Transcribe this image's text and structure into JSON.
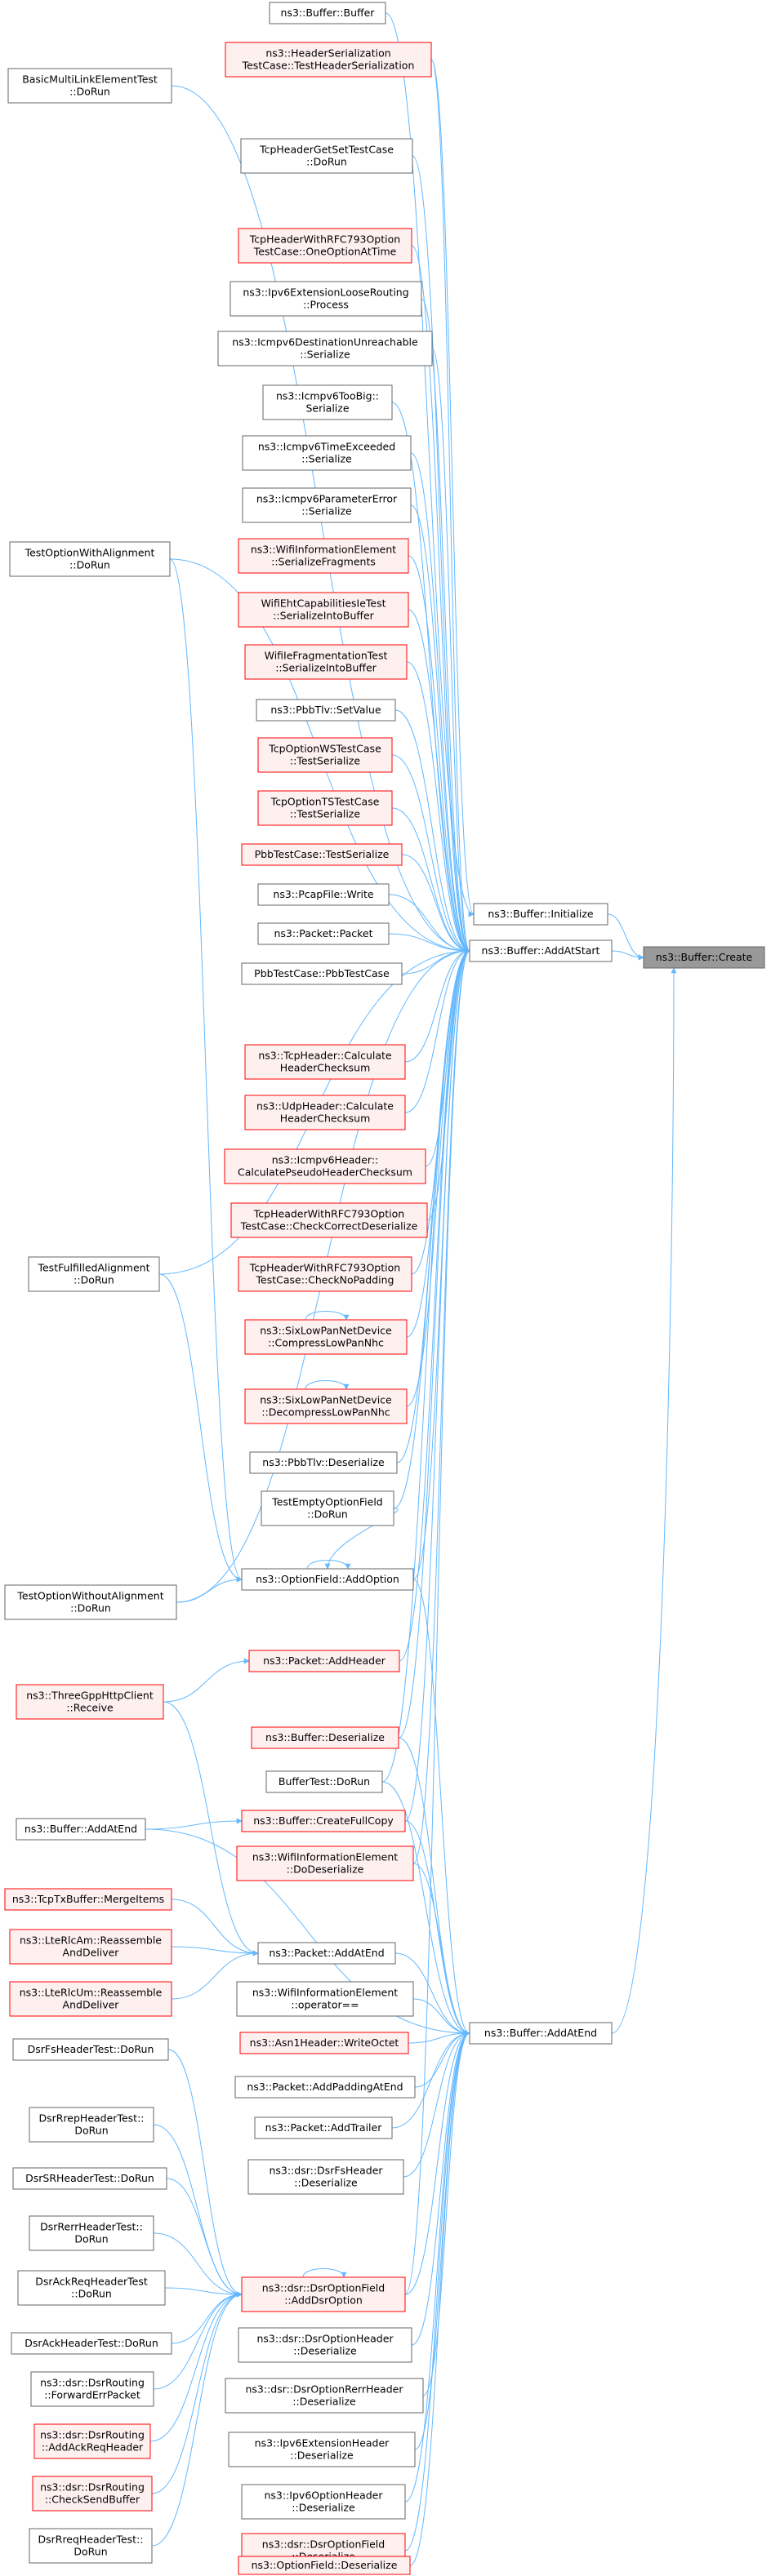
{
  "diagram": {
    "title": "ns3::Buffer::Create call graph",
    "colors": {
      "edge": "#63b8ff",
      "normal_fill": "#ffffff",
      "normal_stroke": "#666666",
      "red_fill": "#fff0f0",
      "red_stroke": "#ff0000",
      "focus_fill": "#999999",
      "focus_stroke": "#666666"
    },
    "nodes": [
      {
        "id": "create",
        "lines": [
          "ns3::Buffer::Create"
        ],
        "style": "focus"
      },
      {
        "id": "initialize",
        "lines": [
          "ns3::Buffer::Initialize"
        ],
        "style": "normal"
      },
      {
        "id": "addatstart",
        "lines": [
          "ns3::Buffer::AddAtStart"
        ],
        "style": "normal"
      },
      {
        "id": "addatend",
        "lines": [
          "ns3::Buffer::AddAtEnd"
        ],
        "style": "normal"
      },
      {
        "id": "buffer_buffer",
        "lines": [
          "ns3::Buffer::Buffer"
        ],
        "style": "normal"
      },
      {
        "id": "hser",
        "lines": [
          "ns3::HeaderSerialization",
          "TestCase::TestHeaderSerialization"
        ],
        "style": "red"
      },
      {
        "id": "basicmulti",
        "lines": [
          "BasicMultiLinkElementTest",
          "::DoRun"
        ],
        "style": "normal"
      },
      {
        "id": "tcpgetset",
        "lines": [
          "TcpHeaderGetSetTestCase",
          "::DoRun"
        ],
        "style": "normal"
      },
      {
        "id": "rfc_one",
        "lines": [
          "TcpHeaderWithRFC793Option",
          "TestCase::OneOptionAtTime"
        ],
        "style": "red"
      },
      {
        "id": "ipv6loose",
        "lines": [
          "ns3::Ipv6ExtensionLooseRouting",
          "::Process"
        ],
        "style": "normal"
      },
      {
        "id": "icmp_dest",
        "lines": [
          "ns3::Icmpv6DestinationUnreachable",
          "::Serialize"
        ],
        "style": "normal"
      },
      {
        "id": "icmp_toobig",
        "lines": [
          "ns3::Icmpv6TooBig::",
          "Serialize"
        ],
        "style": "normal"
      },
      {
        "id": "icmp_time",
        "lines": [
          "ns3::Icmpv6TimeExceeded",
          "::Serialize"
        ],
        "style": "normal"
      },
      {
        "id": "icmp_param",
        "lines": [
          "ns3::Icmpv6ParameterError",
          "::Serialize"
        ],
        "style": "normal"
      },
      {
        "id": "optalign",
        "lines": [
          "TestOptionWithAlignment",
          "::DoRun"
        ],
        "style": "normal"
      },
      {
        "id": "wifi_frag",
        "lines": [
          "ns3::WifiInformationElement",
          "::SerializeFragments"
        ],
        "style": "red"
      },
      {
        "id": "wifi_eht",
        "lines": [
          "WifiEhtCapabilitiesIeTest",
          "::SerializeIntoBuffer"
        ],
        "style": "red"
      },
      {
        "id": "wifi_fragtest",
        "lines": [
          "WifiIeFragmentationTest",
          "::SerializeIntoBuffer"
        ],
        "style": "red"
      },
      {
        "id": "pbbtlv_set",
        "lines": [
          "ns3::PbbTlv::SetValue"
        ],
        "style": "normal"
      },
      {
        "id": "tcpopt_ws",
        "lines": [
          "TcpOptionWSTestCase",
          "::TestSerialize"
        ],
        "style": "red"
      },
      {
        "id": "tcpopt_ts",
        "lines": [
          "TcpOptionTSTestCase",
          "::TestSerialize"
        ],
        "style": "red"
      },
      {
        "id": "pbb_ser",
        "lines": [
          "PbbTestCase::TestSerialize"
        ],
        "style": "red"
      },
      {
        "id": "pcap_write",
        "lines": [
          "ns3::PcapFile::Write"
        ],
        "style": "normal"
      },
      {
        "id": "packet_packet",
        "lines": [
          "ns3::Packet::Packet"
        ],
        "style": "normal"
      },
      {
        "id": "pbb_pbb",
        "lines": [
          "PbbTestCase::PbbTestCase"
        ],
        "style": "normal"
      },
      {
        "id": "tcp_checksum",
        "lines": [
          "ns3::TcpHeader::Calculate",
          "HeaderChecksum"
        ],
        "style": "red"
      },
      {
        "id": "udp_checksum",
        "lines": [
          "ns3::UdpHeader::Calculate",
          "HeaderChecksum"
        ],
        "style": "red"
      },
      {
        "id": "icmp_pseudo",
        "lines": [
          "ns3::Icmpv6Header::",
          "CalculatePseudoHeaderChecksum"
        ],
        "style": "red"
      },
      {
        "id": "rfc_correct",
        "lines": [
          "TcpHeaderWithRFC793Option",
          "TestCase::CheckCorrectDeserialize"
        ],
        "style": "red"
      },
      {
        "id": "rfc_nopad",
        "lines": [
          "TcpHeaderWithRFC793Option",
          "TestCase::CheckNoPadding"
        ],
        "style": "red"
      },
      {
        "id": "fulfilled",
        "lines": [
          "TestFulfilledAlignment",
          "::DoRun"
        ],
        "style": "normal"
      },
      {
        "id": "sixlow_comp",
        "lines": [
          "ns3::SixLowPanNetDevice",
          "::CompressLowPanNhc"
        ],
        "style": "red"
      },
      {
        "id": "sixlow_decomp",
        "lines": [
          "ns3::SixLowPanNetDevice",
          "::DecompressLowPanNhc"
        ],
        "style": "red"
      },
      {
        "id": "pbbtlv_deser",
        "lines": [
          "ns3::PbbTlv::Deserialize"
        ],
        "style": "normal"
      },
      {
        "id": "emptyopt",
        "lines": [
          "TestEmptyOptionField",
          "::DoRun"
        ],
        "style": "normal"
      },
      {
        "id": "optwithout",
        "lines": [
          "TestOptionWithoutAlignment",
          "::DoRun"
        ],
        "style": "normal"
      },
      {
        "id": "optfield_add",
        "lines": [
          "ns3::OptionField::AddOption"
        ],
        "style": "normal"
      },
      {
        "id": "packet_addheader",
        "lines": [
          "ns3::Packet::AddHeader"
        ],
        "style": "red"
      },
      {
        "id": "threegpp",
        "lines": [
          "ns3::ThreeGppHttpClient",
          "::Receive"
        ],
        "style": "red"
      },
      {
        "id": "buffer_deser",
        "lines": [
          "ns3::Buffer::Deserialize"
        ],
        "style": "red"
      },
      {
        "id": "buffertest",
        "lines": [
          "BufferTest::DoRun"
        ],
        "style": "normal"
      },
      {
        "id": "buffer_addatend2",
        "lines": [
          "ns3::Buffer::AddAtEnd"
        ],
        "style": "normal"
      },
      {
        "id": "createfullcopy",
        "lines": [
          "ns3::Buffer::CreateFullCopy"
        ],
        "style": "red"
      },
      {
        "id": "wifi_dodeser",
        "lines": [
          "ns3::WifiInformationElement",
          "::DoDeserialize"
        ],
        "style": "red"
      },
      {
        "id": "tcptx_merge",
        "lines": [
          "ns3::TcpTxBuffer::MergeItems"
        ],
        "style": "red"
      },
      {
        "id": "lte_am",
        "lines": [
          "ns3::LteRlcAm::Reassemble",
          "AndDeliver"
        ],
        "style": "red"
      },
      {
        "id": "packet_addatend",
        "lines": [
          "ns3::Packet::AddAtEnd"
        ],
        "style": "normal"
      },
      {
        "id": "lte_um",
        "lines": [
          "ns3::LteRlcUm::Reassemble",
          "AndDeliver"
        ],
        "style": "red"
      },
      {
        "id": "wifi_opeq",
        "lines": [
          "ns3::WifiInformationElement",
          "::operator=="
        ],
        "style": "normal"
      },
      {
        "id": "dsrfs_test",
        "lines": [
          "DsrFsHeaderTest::DoRun"
        ],
        "style": "normal"
      },
      {
        "id": "asn1",
        "lines": [
          "ns3::Asn1Header::WriteOctet"
        ],
        "style": "red"
      },
      {
        "id": "packet_padding",
        "lines": [
          "ns3::Packet::AddPaddingAtEnd"
        ],
        "style": "normal"
      },
      {
        "id": "dsrrrep",
        "lines": [
          "DsrRrepHeaderTest::",
          "DoRun"
        ],
        "style": "normal"
      },
      {
        "id": "packet_trailer",
        "lines": [
          "ns3::Packet::AddTrailer"
        ],
        "style": "normal"
      },
      {
        "id": "dsrsr",
        "lines": [
          "DsrSRHeaderTest::DoRun"
        ],
        "style": "normal"
      },
      {
        "id": "dsrfs_deser",
        "lines": [
          "ns3::dsr::DsrFsHeader",
          "::Deserialize"
        ],
        "style": "normal"
      },
      {
        "id": "dsrrerr",
        "lines": [
          "DsrRerrHeaderTest::",
          "DoRun"
        ],
        "style": "normal"
      },
      {
        "id": "dsrackreq",
        "lines": [
          "DsrAckReqHeaderTest",
          "::DoRun"
        ],
        "style": "normal"
      },
      {
        "id": "dsropt_add",
        "lines": [
          "ns3::dsr::DsrOptionField",
          "::AddDsrOption"
        ],
        "style": "red"
      },
      {
        "id": "dsrack",
        "lines": [
          "DsrAckHeaderTest::DoRun"
        ],
        "style": "normal"
      },
      {
        "id": "dsropth_deser",
        "lines": [
          "ns3::dsr::DsrOptionHeader",
          "::Deserialize"
        ],
        "style": "normal"
      },
      {
        "id": "dsrfwd",
        "lines": [
          "ns3::dsr::DsrRouting",
          "::ForwardErrPacket"
        ],
        "style": "normal"
      },
      {
        "id": "dsrrerr_deser",
        "lines": [
          "ns3::dsr::DsrOptionRerrHeader",
          "::Deserialize"
        ],
        "style": "normal"
      },
      {
        "id": "dsr_addack",
        "lines": [
          "ns3::dsr::DsrRouting",
          "::AddAckReqHeader"
        ],
        "style": "red"
      },
      {
        "id": "ipv6ext_deser",
        "lines": [
          "ns3::Ipv6ExtensionHeader",
          "::Deserialize"
        ],
        "style": "normal"
      },
      {
        "id": "dsr_checksend",
        "lines": [
          "ns3::dsr::DsrRouting",
          "::CheckSendBuffer"
        ],
        "style": "red"
      },
      {
        "id": "ipv6opt_deser",
        "lines": [
          "ns3::Ipv6OptionHeader",
          "::Deserialize"
        ],
        "style": "normal"
      },
      {
        "id": "dsrrreq",
        "lines": [
          "DsrRreqHeaderTest::",
          "DoRun"
        ],
        "style": "normal"
      },
      {
        "id": "dsroptfield_deser",
        "lines": [
          "ns3::dsr::DsrOptionField",
          "::Deserialize"
        ],
        "style": "red"
      },
      {
        "id": "optfield_deser",
        "lines": [
          "ns3::OptionField::Deserialize"
        ],
        "style": "red"
      }
    ]
  }
}
